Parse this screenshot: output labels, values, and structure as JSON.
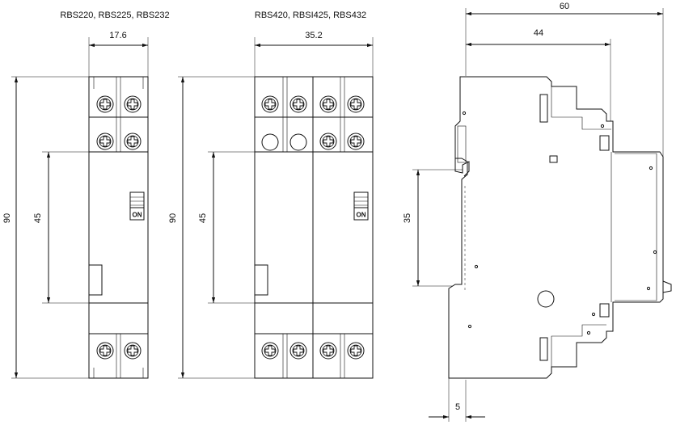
{
  "labels": {
    "group1": "RBS220, RBS225, RBS232",
    "group2": "RBS420, RBSI425, RBS432"
  },
  "dimensions": {
    "d1_width": "17.6",
    "d1_height": "90",
    "d1_rail": "45",
    "d2_width": "35.2",
    "d2_height": "90",
    "d2_rail": "45",
    "side_total": "60",
    "side_depth": "44",
    "side_rail": "35",
    "side_offset": "5"
  },
  "switch_text": "ON"
}
